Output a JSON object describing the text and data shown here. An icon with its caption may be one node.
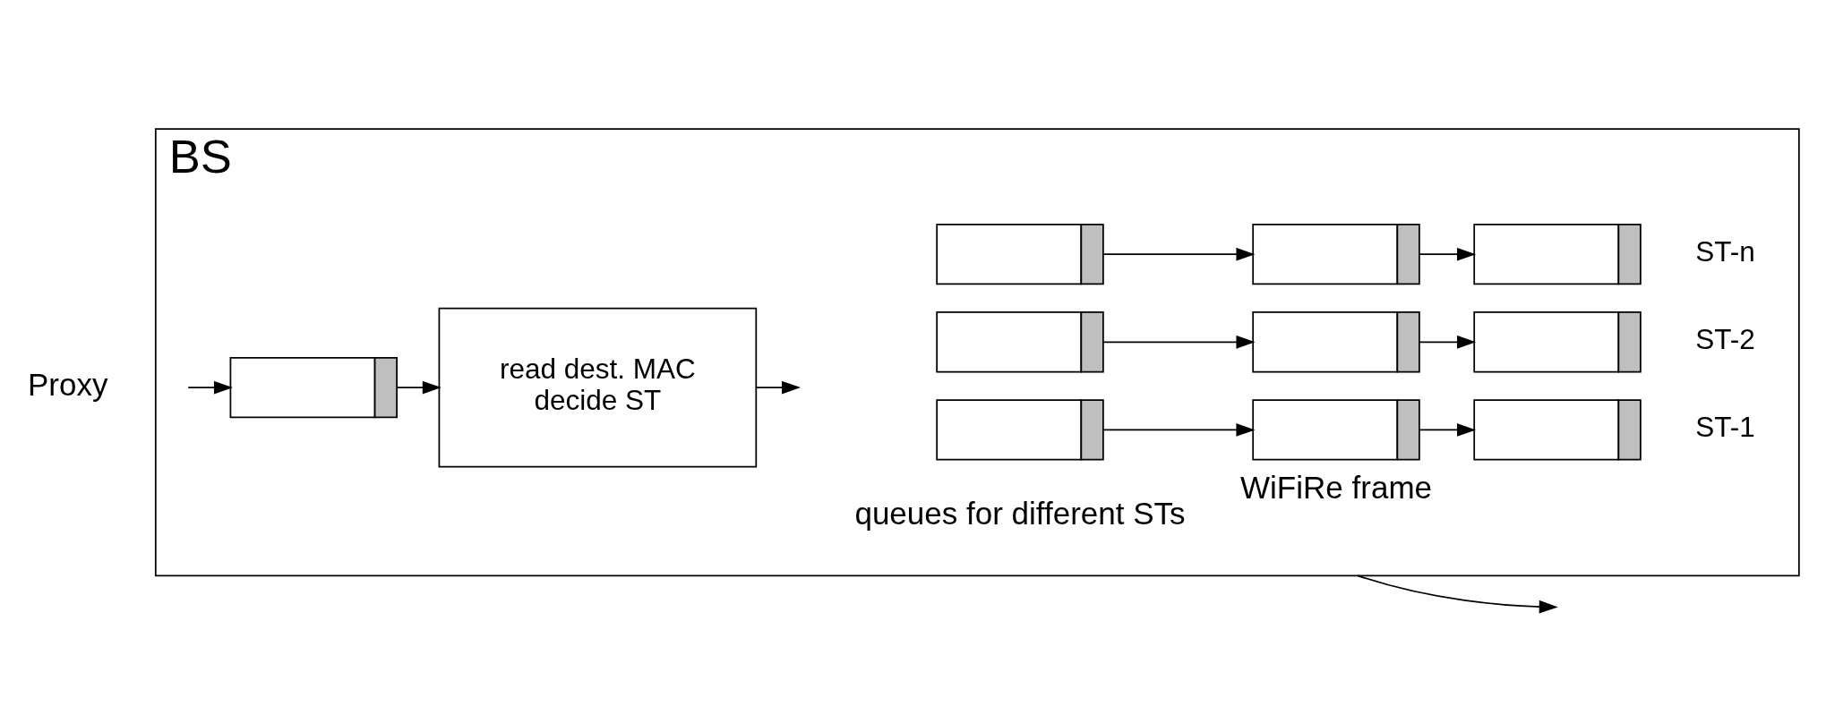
{
  "diagram": {
    "nodes": [
      {
        "text": [
          "BS"
        ]
      },
      {
        "text": [],
        "shape": "box",
        "in": 0
      },
      {
        "text": [
          "read dest. MAC",
          "decide ST"
        ],
        "in": 0
      },
      {
        "text": [],
        "shape": "box",
        "in": 0
      },
      {
        "text": [],
        "shape": "box",
        "in": 0
      },
      {
        "text": [],
        "shape": "box",
        "in": 0,
        "beside": [
          "ST-1"
        ]
      },
      {
        "text": [],
        "shape": "box",
        "in": 0
      },
      {
        "text": [],
        "shape": "box",
        "in": 0
      },
      {
        "text": [],
        "shape": "box",
        "in": 0,
        "beside": [
          "ST-2"
        ]
      },
      {
        "text": [],
        "shape": "box",
        "in": 0
      },
      {
        "text": [],
        "shape": "box",
        "in": 0
      },
      {
        "text": [],
        "shape": "box",
        "in": 0,
        "beside": [
          "ST-n"
        ]
      }
    ],
    "edges": [
      {
        "from": null,
        "to": 1,
        "arrow": "to"
      },
      {
        "from": 1,
        "to": 2,
        "arrow": "to"
      },
      {
        "from": 2,
        "to": null,
        "arrow": "to"
      },
      {
        "from": 3,
        "to": 4,
        "arrow": "to"
      },
      {
        "from": 4,
        "to": 5,
        "arrow": "to"
      },
      {
        "from": 6,
        "to": 7,
        "arrow": "to"
      },
      {
        "from": 7,
        "to": 8,
        "arrow": "to"
      },
      {
        "from": 9,
        "to": 10,
        "arrow": "to"
      },
      {
        "from": 10,
        "to": 11,
        "arrow": "to"
      },
      {
        "from": 0,
        "to": null,
        "arrow": "to",
        "label": "WiFiRe frame"
      }
    ],
    "labels": [
      "queues for different STs",
      "Proxy"
    ]
  }
}
